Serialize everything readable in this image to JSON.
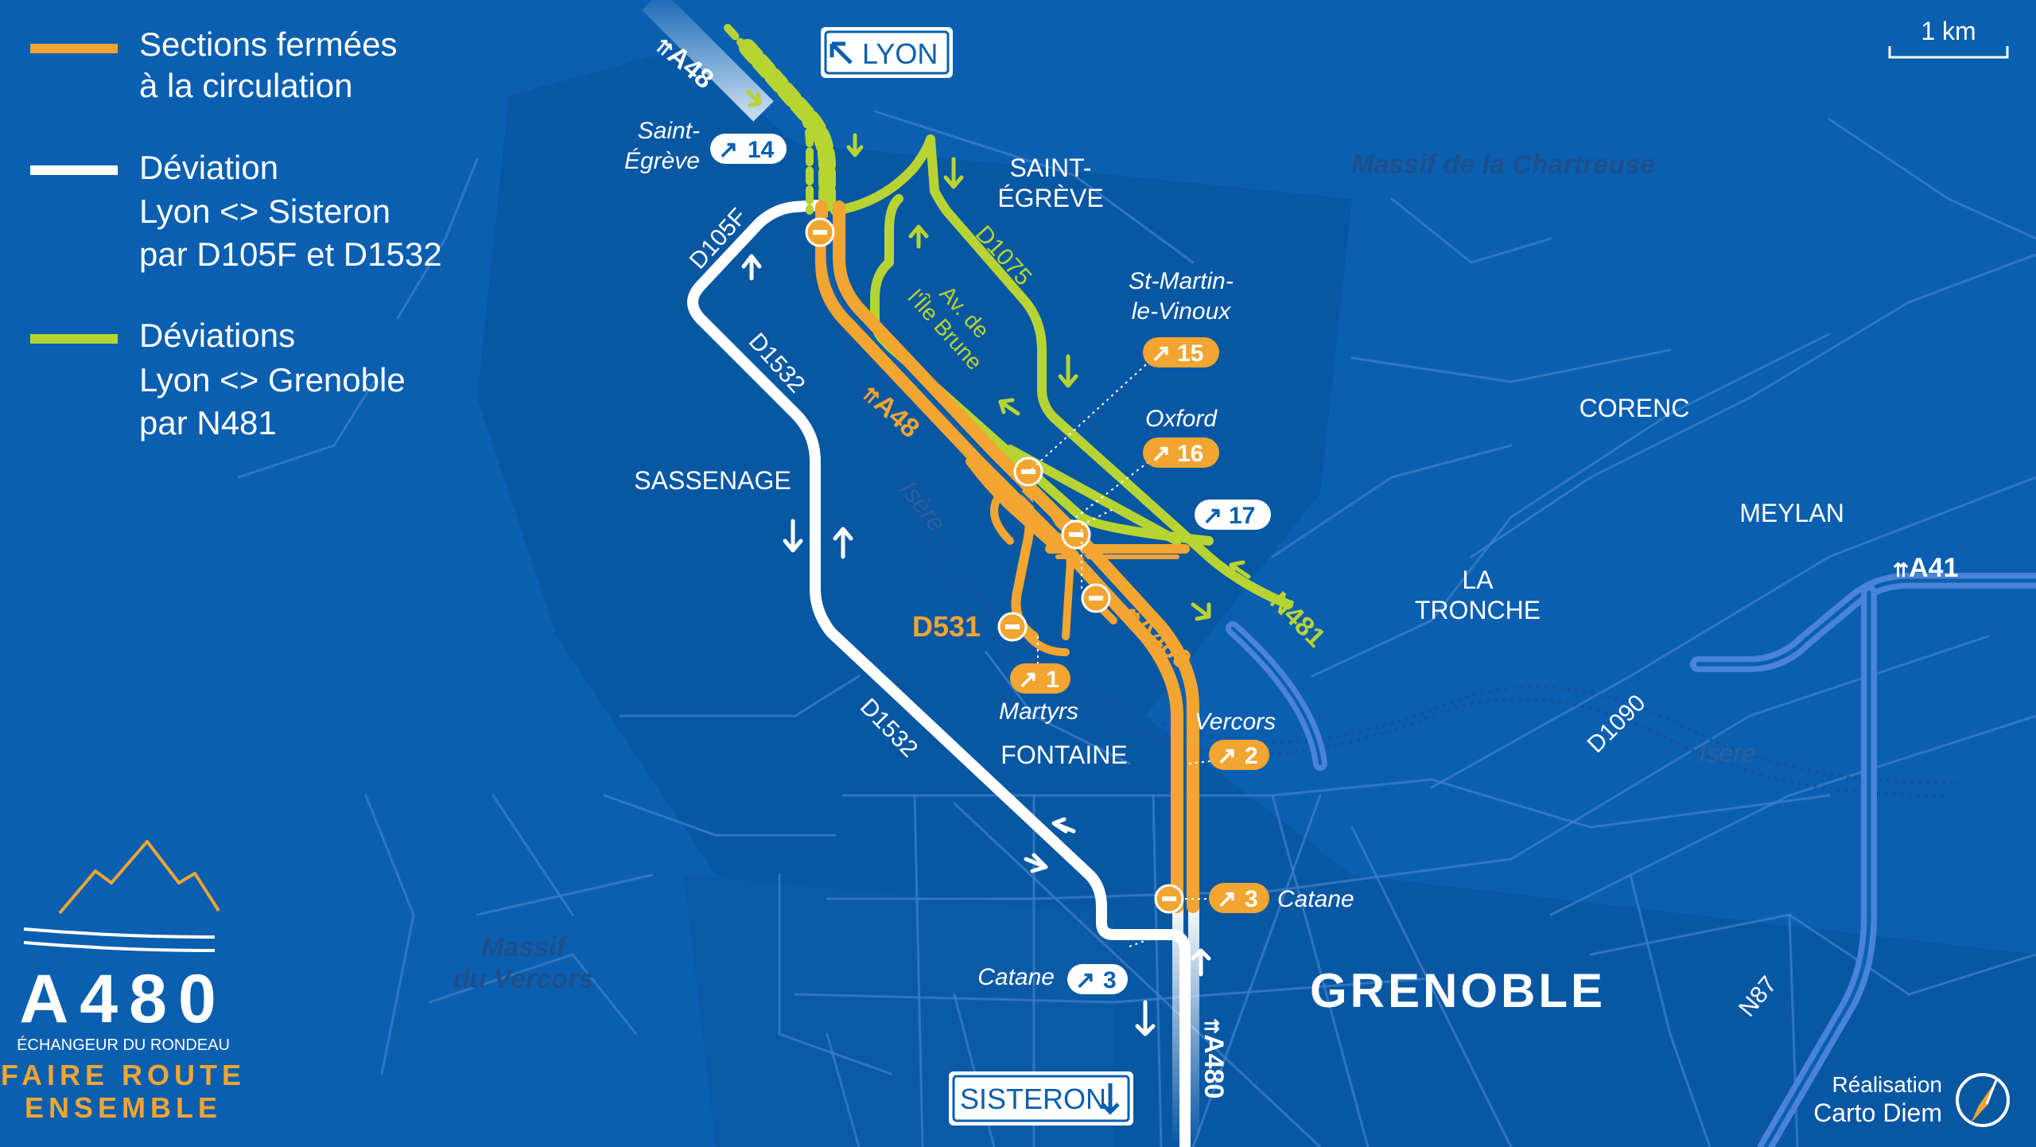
{
  "legend": {
    "closed_line1": "Sections fermées",
    "closed_line2": "à la circulation",
    "detour1_line1": "Déviation",
    "detour1_line2": "Lyon <> Sisteron",
    "detour1_line3": "par D105F et D1532",
    "detour2_line1": "Déviations",
    "detour2_line2": "Lyon <> Grenoble",
    "detour2_line3": "par N481"
  },
  "scale": {
    "label": "1 km"
  },
  "signs": {
    "lyon": "LYON",
    "sisteron": "SISTERON"
  },
  "roads": {
    "a48_top": "A48",
    "a48_mid": "A48",
    "a480_mid": "A480",
    "a480_bottom": "A480",
    "a41": "A41",
    "d105f": "D105F",
    "d1532_upper": "D1532",
    "d1532_lower": "D1532",
    "d1075": "D1075",
    "av_ile_brune_1": "Av. de",
    "av_ile_brune_2": "l'Île Brune",
    "n481": "N481",
    "d531": "D531",
    "d1090": "D1090",
    "n87": "N87"
  },
  "exits": {
    "e14": {
      "num": "14",
      "name1": "Saint-",
      "name2": "Égrève"
    },
    "e15": {
      "num": "15",
      "name1": "St-Martin-",
      "name2": "le-Vinoux"
    },
    "e16": {
      "num": "16",
      "name1": "Oxford"
    },
    "e17": {
      "num": "17"
    },
    "e1": {
      "num": "1",
      "name1": "Martyrs"
    },
    "e2": {
      "num": "2",
      "name1": "Vercors"
    },
    "e3": {
      "num": "3",
      "name1": "Catane"
    },
    "e3w": {
      "num": "3",
      "name1": "Catane"
    }
  },
  "places": {
    "saint_egreve_1": "SAINT-",
    "saint_egreve_2": "ÉGRÈVE",
    "sassenage": "SASSENAGE",
    "fontaine": "FONTAINE",
    "corenc": "CORENC",
    "meylan": "MEYLAN",
    "la_tronche_1": "LA",
    "la_tronche_2": "TRONCHE",
    "grenoble": "GRENOBLE",
    "chartreuse": "Massif de la Chartreuse",
    "vercors_1": "Massif",
    "vercors_2": "du Vercors",
    "isere_1": "Isère",
    "isere_2": "Isère"
  },
  "logo": {
    "title": "A480",
    "subtitle": "ÉCHANGEUR DU RONDEAU",
    "slogan1": "FAIRE ROUTE",
    "slogan2": "ENSEMBLE"
  },
  "credit": {
    "line1": "Réalisation",
    "line2": "Carto Diem"
  },
  "colors": {
    "background": "#0a5fb0",
    "closed": "#f2a531",
    "detour_white": "#ffffff",
    "detour_green": "#b7d433",
    "highway_blue": "#4a83d8"
  }
}
